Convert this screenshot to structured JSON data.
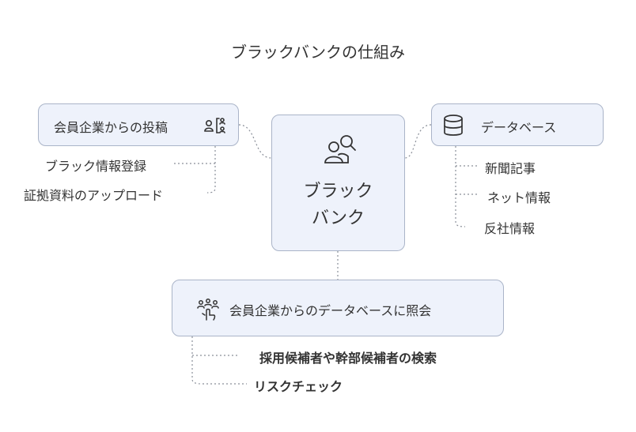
{
  "title": "ブラックバンクの仕組み",
  "left_group": {
    "title": "会員企業からの投稿",
    "icon": "user-list-icon",
    "items": [
      "ブラック情報登録",
      "証拠資料のアップロード"
    ]
  },
  "center": {
    "icon": "user-search-icon",
    "line1": "ブラック",
    "line2": "バンク"
  },
  "right_group": {
    "title": "データベース",
    "icon": "database-icon",
    "items": [
      "新聞記事",
      "ネット情報",
      "反社情報"
    ]
  },
  "bottom_group": {
    "title": "会員企業からのデータベースに照会",
    "icon": "group-pointer-icon",
    "items": [
      "採用候補者や幹部候補者の検索",
      "リスクチェック"
    ]
  }
}
